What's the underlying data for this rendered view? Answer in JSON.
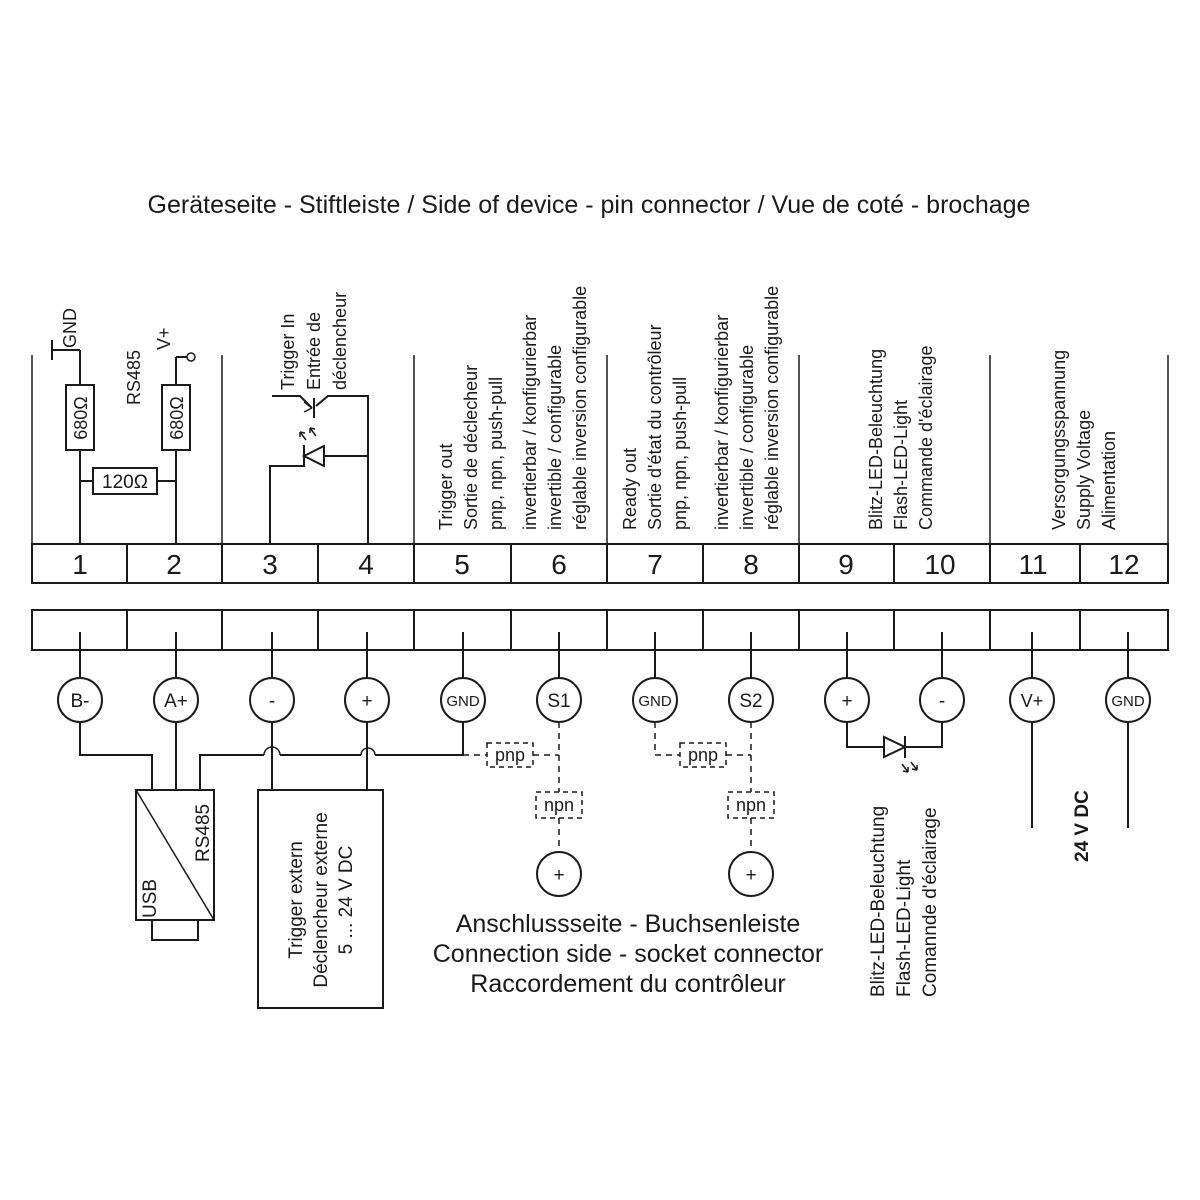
{
  "header": {
    "title": "Geräteseite - Stiftleiste  /  Side of device - pin connector  /  Vue de coté - brochage"
  },
  "top_pins": [
    "1",
    "2",
    "3",
    "4",
    "5",
    "6",
    "7",
    "8",
    "9",
    "10",
    "11",
    "12"
  ],
  "rs485": {
    "gnd": "GND",
    "vplus": "V+",
    "label": "RS485",
    "res_a": "680Ω",
    "res_b": "680Ω",
    "res_term": "120Ω"
  },
  "trigger_in": [
    "Trigger In",
    "Entrée de",
    "déclencheur"
  ],
  "col5": [
    "Trigger out",
    "Sortie de déclecheur",
    "pnp, npn, push-pull"
  ],
  "col6": [
    "invertierbar / konfigurierbar",
    "invertible / configurable",
    "réglable inversion configurable"
  ],
  "col7": [
    "Ready out",
    "Sortie d'état du contrôleur",
    "pnp, npn, push-pull"
  ],
  "col8": [
    "invertierbar / konfigurierbar",
    "invertible / configurable",
    "réglable inversion configurable"
  ],
  "col9_10": [
    "Blitz-LED-Beleuchtung",
    "Flash-LED-Light",
    "Commande d'éclairage"
  ],
  "col11_12": [
    "Versorgungsspannung",
    "Supply Voltage",
    "Alimentation"
  ],
  "socket_terminals": [
    "B-",
    "A+",
    "-",
    "+",
    "GND",
    "S1",
    "GND",
    "S2",
    "+",
    "-",
    "V+",
    "GND"
  ],
  "mode_labels": {
    "pnp": "pnp",
    "npn": "npn",
    "plus": "+"
  },
  "usb_converter": {
    "usb": "USB",
    "rs485": "RS485"
  },
  "trigger_ext": [
    "Trigger extern",
    "Déclencheur externe",
    "5 ... 24 V DC"
  ],
  "connection_side": [
    "Anschlussseite - Buchsenleiste",
    "Connection side - socket connector",
    "Raccordement du contrôleur"
  ],
  "flash_bottom": [
    "Blitz-LED-Beleuchtung",
    "Flash-LED-Light",
    "Comannde d'éclairage"
  ],
  "supply_label": "24 V DC"
}
